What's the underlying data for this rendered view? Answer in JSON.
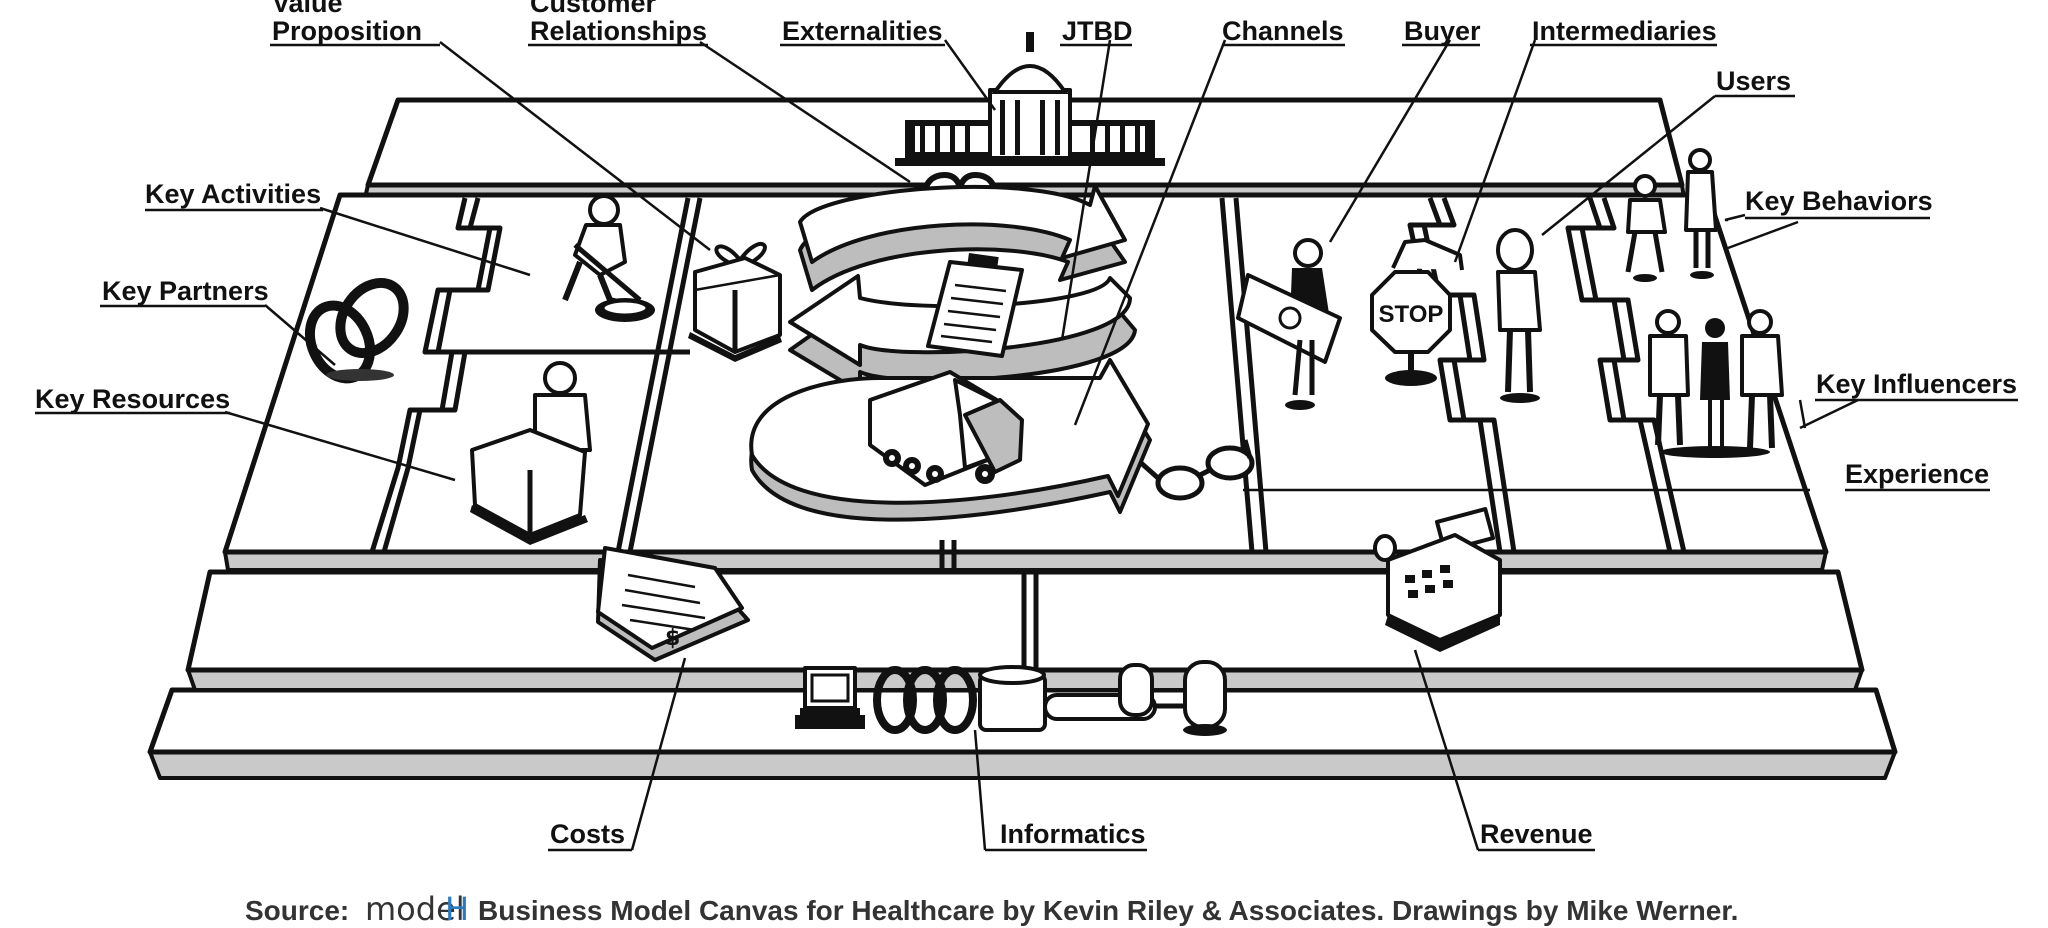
{
  "labels": {
    "value_proposition": [
      "Value",
      "Proposition"
    ],
    "customer_relationships": [
      "Customer",
      "Relationships"
    ],
    "externalities": "Externalities",
    "jtbd": "JTBD",
    "channels": "Channels",
    "buyer": "Buyer",
    "intermediaries": "Intermediaries",
    "users": "Users",
    "key_activities": "Key Activities",
    "key_partners": "Key Partners",
    "key_resources": "Key Resources",
    "key_behaviors": "Key Behaviors",
    "key_influencers": "Key Influencers",
    "experience": "Experience",
    "costs": "Costs",
    "informatics": "Informatics",
    "revenue": "Revenue"
  },
  "source": {
    "prefix": "Source:",
    "logo_main": "model",
    "logo_accent": "H",
    "text": "Business Model Canvas for Healthcare by Kevin Riley & Associates. Drawings by Mike Werner."
  },
  "stop_sign_text": "STOP",
  "icons": [
    "capitol-building-icon",
    "heart-icon",
    "gift-box-icon",
    "shovel-worker-icon",
    "chain-link-icon",
    "box-worker-icon",
    "clipboard-icon",
    "truck-icon",
    "eyeglasses-icon",
    "buyer-with-money-icon",
    "stop-sign-icon",
    "user-figure-icon",
    "behavior-figures-icon",
    "influencer-group-icon",
    "cash-register-icon",
    "invoice-icon",
    "computer-icon",
    "pipeline-icon"
  ]
}
